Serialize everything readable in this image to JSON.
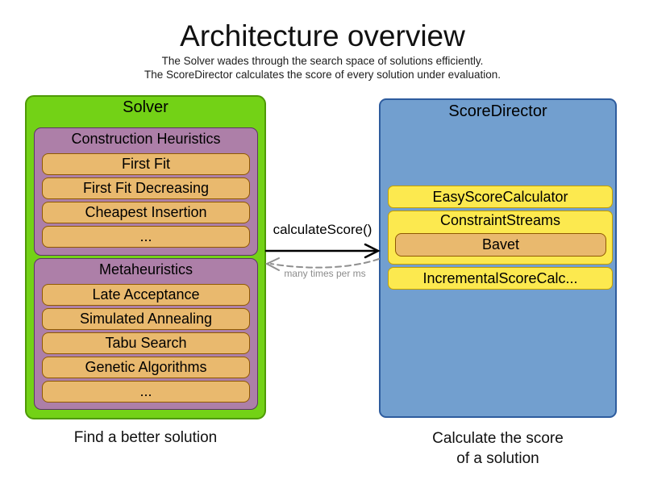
{
  "header": {
    "title": "Architecture overview",
    "subtitle_line1": "The Solver wades through the search space of solutions efficiently.",
    "subtitle_line2": "The ScoreDirector calculates the score of every solution under evaluation."
  },
  "solver": {
    "title": "Solver",
    "caption": "Find a better solution",
    "construction_heuristics": {
      "title": "Construction Heuristics",
      "items": [
        "First Fit",
        "First Fit Decreasing",
        "Cheapest Insertion",
        "..."
      ]
    },
    "metaheuristics": {
      "title": "Metaheuristics",
      "items": [
        "Late Acceptance",
        "Simulated Annealing",
        "Tabu Search",
        "Genetic Algorithms",
        "..."
      ]
    }
  },
  "score_director": {
    "title": "ScoreDirector",
    "caption_line1": "Calculate the score",
    "caption_line2": "of a solution",
    "easy_score_calculator": "EasyScoreCalculator",
    "constraint_streams": {
      "title": "ConstraintStreams",
      "bavet": "Bavet"
    },
    "incremental_score_calculator": "IncrementalScoreCalc..."
  },
  "interaction": {
    "call_label": "calculateScore()",
    "frequency_label": "many times per ms"
  },
  "colors": {
    "solver_fill": "#73D216",
    "solver_border": "#4E9A06",
    "phase_fill": "#AD7FA8",
    "phase_border": "#5C3566",
    "algorithm_fill": "#E9B96E",
    "algorithm_border": "#8F5902",
    "score_director_fill": "#729FCF",
    "score_director_border": "#2E5C9E",
    "calculator_fill": "#FCE94F",
    "calculator_border": "#C4A000",
    "arrow_solid": "#000000",
    "arrow_dashed": "#909090"
  }
}
